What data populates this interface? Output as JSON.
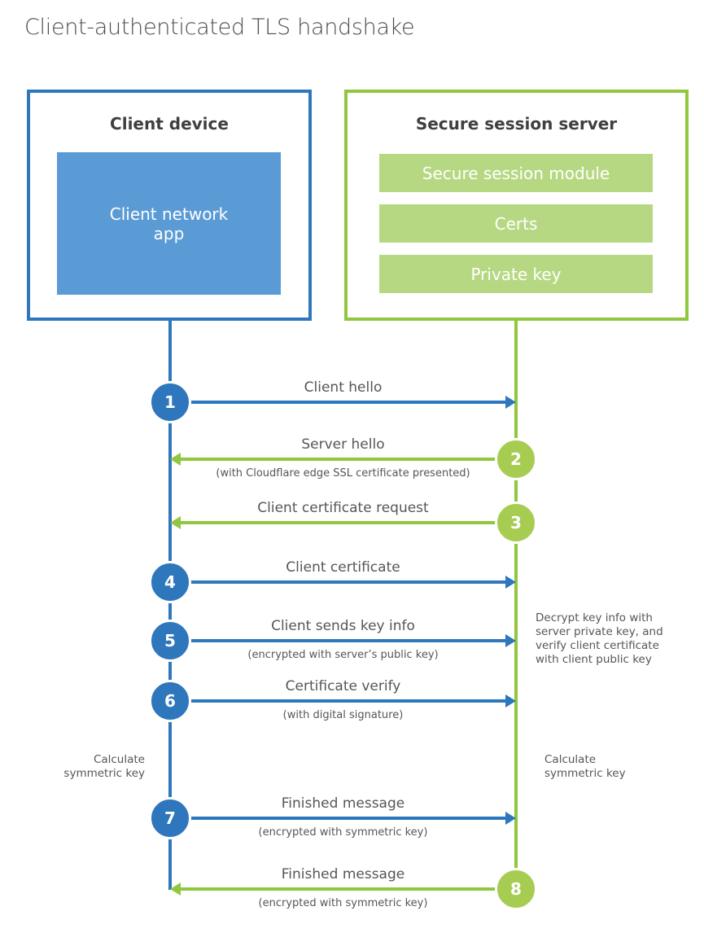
{
  "page": {
    "title": "Client-authenticated TLS handshake"
  },
  "colors": {
    "client_accent": "#2e77bd",
    "client_fill": "#5b9bd5",
    "server_accent": "#90c73e",
    "server_circle": "#a6cd52",
    "server_fill": "#b7d883",
    "text_gray": "#565656",
    "heading_gray": "#3f3f3f"
  },
  "client_box": {
    "title": "Client device",
    "inner_label": "Client network\napp"
  },
  "server_box": {
    "title": "Secure session server",
    "modules": [
      {
        "label": "Secure session module"
      },
      {
        "label": "Certs"
      },
      {
        "label": "Private key"
      }
    ]
  },
  "steps": [
    {
      "num": "1",
      "from": "client",
      "direction": "right",
      "label": "Client hello",
      "sublabel": ""
    },
    {
      "num": "2",
      "from": "server",
      "direction": "left",
      "label": "Server hello",
      "sublabel": "(with Cloudflare edge SSL certificate presented)"
    },
    {
      "num": "3",
      "from": "server",
      "direction": "left",
      "label": "Client certificate request",
      "sublabel": ""
    },
    {
      "num": "4",
      "from": "client",
      "direction": "right",
      "label": "Client certificate",
      "sublabel": ""
    },
    {
      "num": "5",
      "from": "client",
      "direction": "right",
      "label": "Client sends key info",
      "sublabel": "(encrypted with server’s public key)"
    },
    {
      "num": "6",
      "from": "client",
      "direction": "right",
      "label": "Certificate verify",
      "sublabel": "(with digital signature)"
    },
    {
      "num": "7",
      "from": "client",
      "direction": "right",
      "label": "Finished message",
      "sublabel": "(encrypted with symmetric key)"
    },
    {
      "num": "8",
      "from": "server",
      "direction": "left",
      "label": "Finished message",
      "sublabel": "(encrypted with symmetric key)"
    }
  ],
  "annotations": {
    "decrypt_note": "Decrypt key info with\nserver private key, and\nverify client certificate\nwith client public key",
    "calc_left": "Calculate\nsymmetric key",
    "calc_right": "Calculate\nsymmetric key"
  }
}
